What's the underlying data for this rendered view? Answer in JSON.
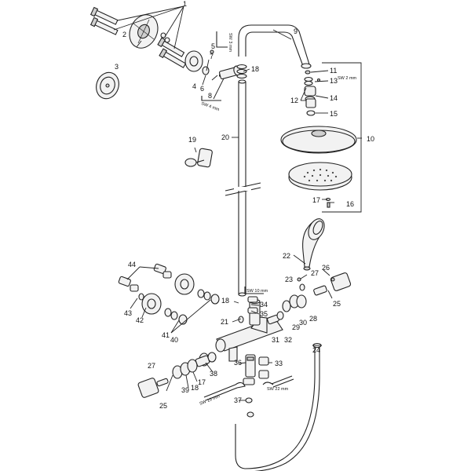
{
  "callouts": {
    "c1": "1",
    "c2": "2",
    "c3": "3",
    "c4": "4",
    "c5": "5",
    "c6": "6",
    "c7": "7",
    "c8": "8",
    "c9": "9",
    "c10": "10",
    "c11": "11",
    "c12": "12",
    "c13": "13",
    "c14": "14",
    "c15": "15",
    "c16": "16",
    "c17": "17",
    "c18": "18",
    "c19": "19",
    "c20": "20",
    "c21": "21",
    "c22": "22",
    "c23": "23",
    "c24": "24",
    "c25": "25",
    "c26": "26",
    "c27": "27",
    "c28": "28",
    "c29": "29",
    "c30": "30",
    "c31": "31",
    "c32": "32",
    "c33": "33",
    "c34": "34",
    "c35": "35",
    "c36": "36",
    "c37": "37",
    "c38": "38",
    "c39": "39",
    "c40": "40",
    "c41": "41",
    "c42": "42",
    "c43": "43",
    "c44": "44"
  },
  "tool_labels": {
    "sw3": "SW 3 mm",
    "sw2": "SW 2 mm",
    "sw4": "SW 4 mm",
    "sw10": "SW 10 mm",
    "sw19": "SW 19 mm",
    "sw22": "SW 22 mm"
  }
}
